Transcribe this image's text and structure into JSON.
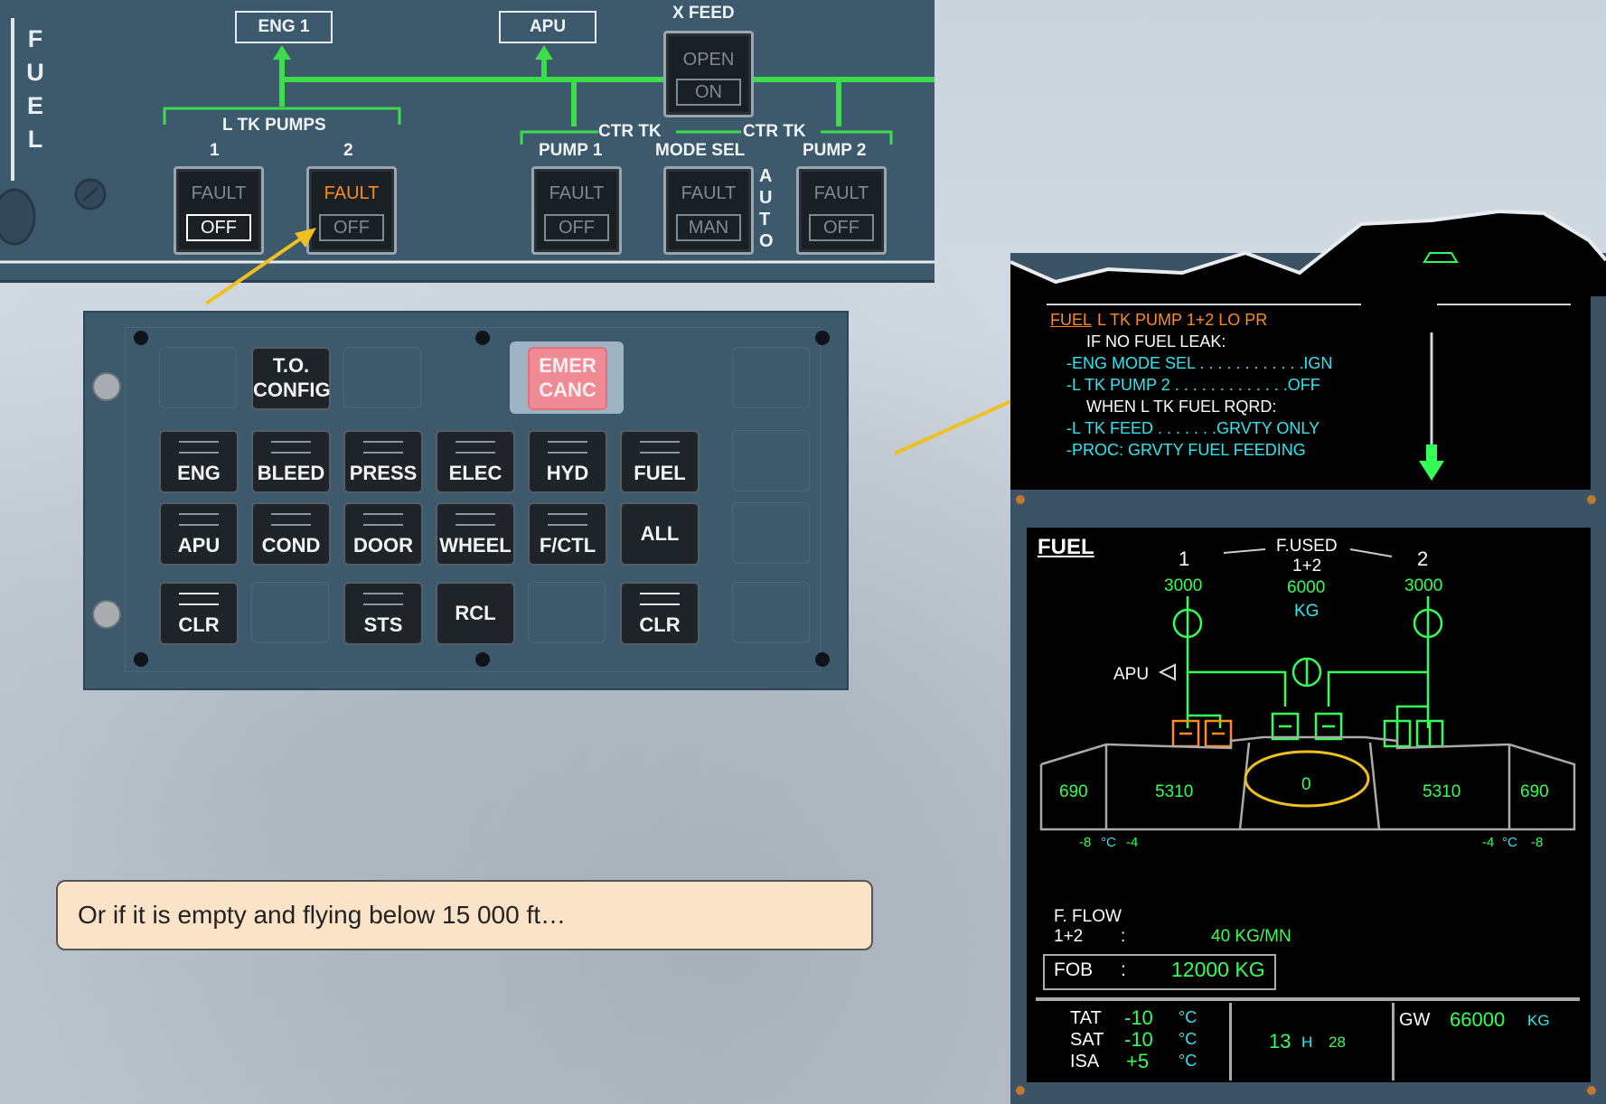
{
  "overhead": {
    "side_letters": [
      "F",
      "U",
      "E",
      "L"
    ],
    "eng1": "ENG 1",
    "apu": "APU",
    "xfeed": {
      "title": "X FEED",
      "top": "OPEN",
      "bottom": "ON"
    },
    "ltk_title": "L TK PUMPS",
    "ltk1": "1",
    "ltk2": "2",
    "ctr1_title_a": "CTR TK",
    "ctr1_title_b": "PUMP 1",
    "mode_title_a": "CTR TK",
    "mode_title_b": "MODE SEL",
    "ctr2_title_b": "PUMP 2",
    "auto": [
      "A",
      "U",
      "T",
      "O"
    ],
    "buttons": [
      {
        "top": "FAULT",
        "bottom": "OFF"
      },
      {
        "top": "FAULT",
        "bottom": "OFF"
      },
      {
        "top": "FAULT",
        "bottom": "OFF"
      },
      {
        "top": "FAULT",
        "bottom": "MAN"
      },
      {
        "top": "FAULT",
        "bottom": "OFF"
      }
    ]
  },
  "ecp": {
    "to_config_a": "T.O.",
    "to_config_b": "CONFIG",
    "emer_a": "EMER",
    "emer_b": "CANC",
    "row1": [
      "ENG",
      "BLEED",
      "PRESS",
      "ELEC",
      "HYD",
      "FUEL"
    ],
    "row2": [
      "APU",
      "COND",
      "DOOR",
      "WHEEL",
      "F/CTL",
      "ALL"
    ],
    "clr": "CLR",
    "sts": "STS",
    "rcl": "RCL"
  },
  "ewd": {
    "fuel": "FUEL",
    "warning": "L TK PUMP 1+2 LO PR",
    "lines": [
      "IF NO FUEL LEAK:",
      "-ENG MODE SEL . . . . . . . . . . . .IGN",
      "-L TK PUMP 2 . . . . . . . . . . . . .OFF",
      "WHEN L TK FUEL RQRD:",
      "-L TK FEED . . . . . . .GRVTY ONLY",
      "-PROC: GRVTY FUEL FEEDING"
    ]
  },
  "sd": {
    "title": "FUEL",
    "fused": "F.USED",
    "fused_sum": "1+2",
    "fused_val": "6000",
    "fused_unit": "KG",
    "eng1": "1",
    "eng2": "2",
    "eng1_val": "3000",
    "eng2_val": "3000",
    "apu": "APU",
    "outer_l": "690",
    "inner_l": "5310",
    "center": "0",
    "inner_r": "5310",
    "outer_r": "690",
    "temp_l_a": "-8",
    "temp_l_u": "°C",
    "temp_l_b": "-4",
    "temp_r_a": "-4",
    "temp_r_u": "°C",
    "temp_r_b": "-8",
    "fflow": "F. FLOW",
    "fflow_sum": "1+2",
    "fflow_colon": ":",
    "fflow_val": "40 KG/MN",
    "fob": "FOB",
    "fob_colon": ":",
    "fob_val": "12000 KG",
    "tat": "TAT",
    "tat_val": "-10",
    "sat": "SAT",
    "sat_val": "-10",
    "isa": "ISA",
    "isa_val": "+5",
    "deg": "°C",
    "time_h": "13",
    "time_hl": "H",
    "time_m": "28",
    "gw": "GW",
    "gw_val": "66000",
    "gw_unit": "KG"
  },
  "message": "Or if it is empty and flying below 15 000 ft…"
}
